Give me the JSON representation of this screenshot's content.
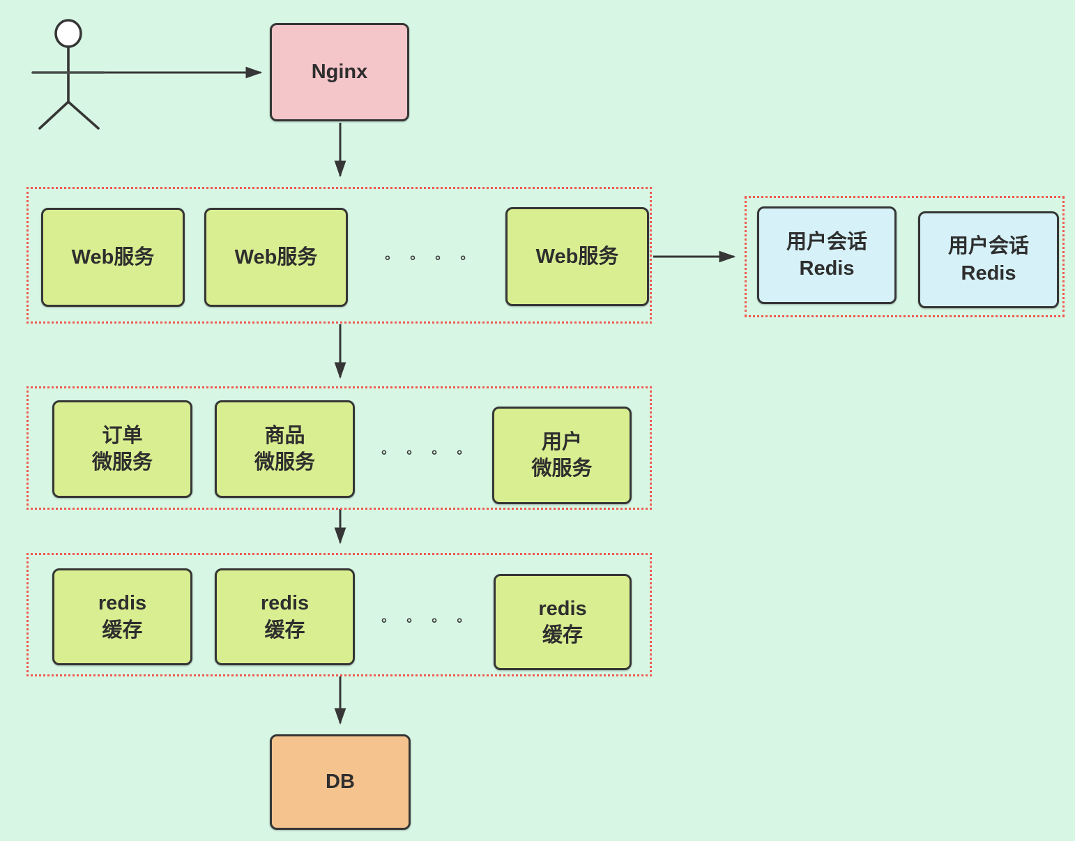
{
  "colors": {
    "background": "#d7f7e4",
    "nginx_fill": "#f4c5c9",
    "service_fill": "#d9ee90",
    "session_redis_fill": "#d6f2f8",
    "db_fill": "#f5c48e",
    "cluster_border": "#ef5a50",
    "node_border": "#363636",
    "arrow": "#363636"
  },
  "nginx": {
    "label": "Nginx"
  },
  "db": {
    "label": "DB"
  },
  "web_row": {
    "boxes": [
      "Web服务",
      "Web服务",
      "Web服务"
    ],
    "dots": "∘ ∘ ∘ ∘"
  },
  "session_row": {
    "boxes": [
      {
        "line1": "用户会话",
        "line2": "Redis"
      },
      {
        "line1": "用户会话",
        "line2": "Redis"
      }
    ]
  },
  "micro_row": {
    "boxes": [
      {
        "line1": "订单",
        "line2": "微服务"
      },
      {
        "line1": "商品",
        "line2": "微服务"
      },
      {
        "line1": "用户",
        "line2": "微服务"
      }
    ],
    "dots": "∘ ∘ ∘ ∘"
  },
  "cache_row": {
    "boxes": [
      {
        "line1": "redis",
        "line2": "缓存"
      },
      {
        "line1": "redis",
        "line2": "缓存"
      },
      {
        "line1": "redis",
        "line2": "缓存"
      }
    ],
    "dots": "∘ ∘ ∘ ∘"
  }
}
